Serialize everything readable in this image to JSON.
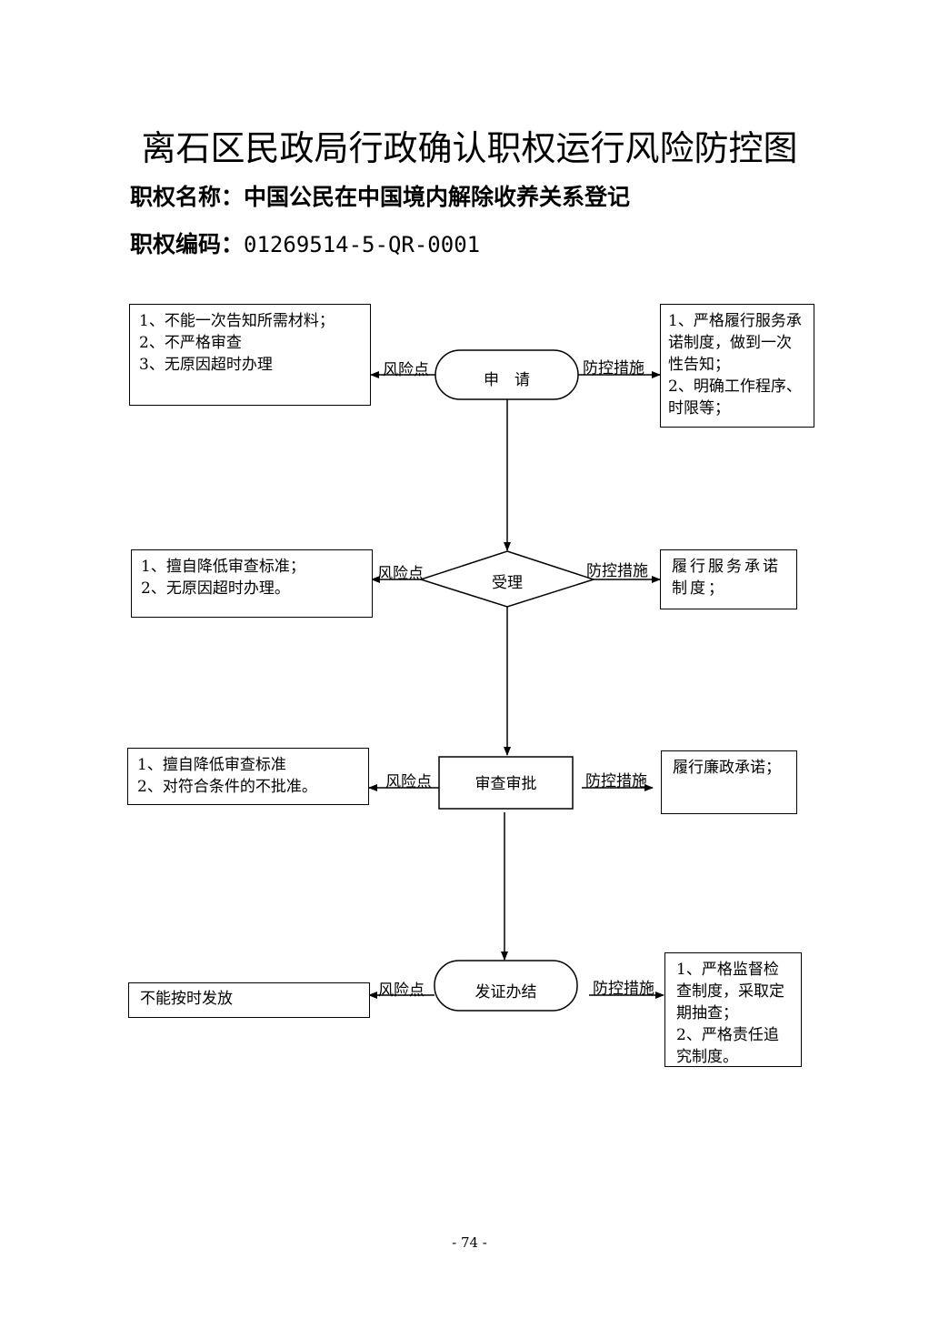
{
  "title": "离石区民政局行政确认职权运行风险防控图",
  "authority_name_label": "职权名称：",
  "authority_name": "中国公民在中国境内解除收养关系登记",
  "authority_code_label": "职权编码：",
  "authority_code": "01269514-5-QR-0001",
  "labels": {
    "risk": "风险点",
    "control": "防控措施"
  },
  "steps": [
    {
      "node": "申　请",
      "risks": [
        "1、不能一次告知所需材料；",
        "2、不严格审查",
        "3、无原因超时办理"
      ],
      "controls": [
        "1、严格履行服务承诺制度，做到一次性告知；",
        "2、明确工作程序、时限等；"
      ]
    },
    {
      "node": "受理",
      "risks": [
        "1、擅自降低审查标准；",
        "2、无原因超时办理。"
      ],
      "controls": [
        "履行服务承诺制度；"
      ]
    },
    {
      "node": "审查审批",
      "risks": [
        "1、擅自降低审查标准",
        "2、对符合条件的不批准。"
      ],
      "controls": [
        "履行廉政承诺；"
      ]
    },
    {
      "node": "发证办结",
      "risks": [
        "不能按时发放"
      ],
      "controls": [
        "1、严格监督检查制度，采取定期抽查；",
        "2、严格责任追究制度。"
      ]
    }
  ],
  "page_number": "- 74 -"
}
